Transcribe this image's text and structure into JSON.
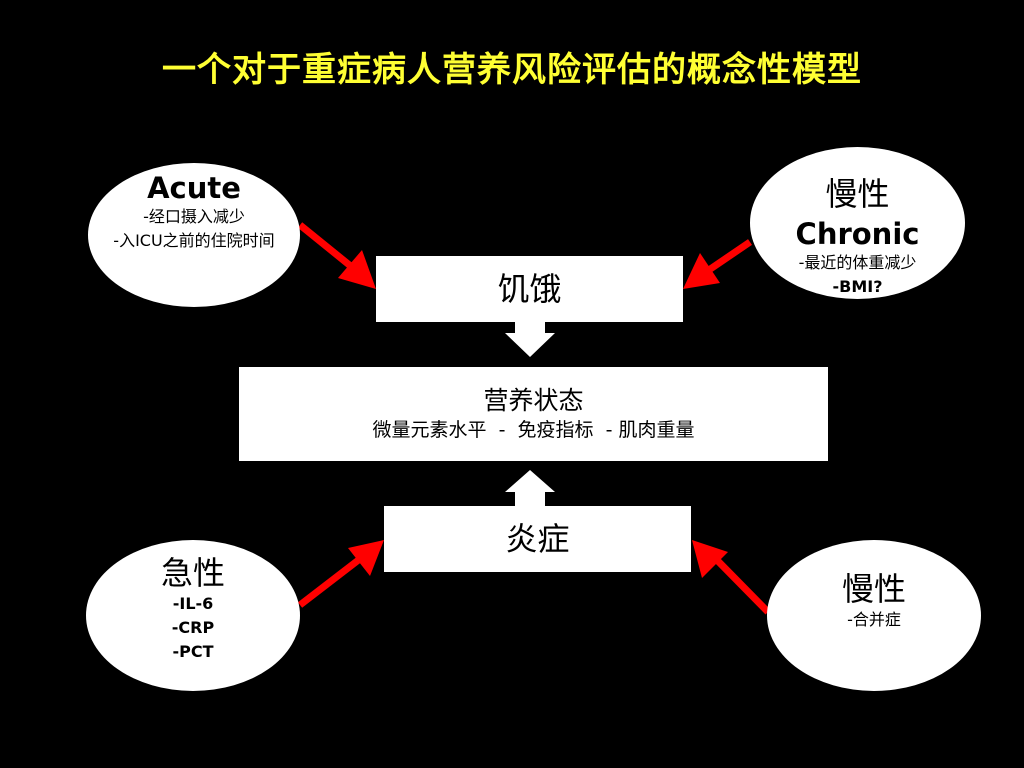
{
  "title": "一个对于重症病人营养风险评估的概念性模型",
  "acute_top": {
    "heading": "Acute",
    "items": [
      "-经口摄入减少",
      "-入ICU之前的住院时间"
    ]
  },
  "chronic_top": {
    "heading_cn": "慢性",
    "heading_en": "Chronic",
    "items": [
      "-最近的体重减少",
      "-BMI?"
    ]
  },
  "hunger_box": {
    "label": "饥饿"
  },
  "nutrition_box": {
    "label": "营养状态",
    "sub": "微量元素水平  -  免疫指标  - 肌肉重量"
  },
  "inflammation_box": {
    "label": "炎症"
  },
  "acute_bottom": {
    "heading": "急性",
    "items": [
      "-IL-6",
      "-CRP",
      "-PCT"
    ]
  },
  "chronic_bottom": {
    "heading": "慢性",
    "items": [
      "-合并症"
    ]
  },
  "colors": {
    "title": "#ffff33",
    "arrow": "#ff0000",
    "background": "#000000"
  }
}
